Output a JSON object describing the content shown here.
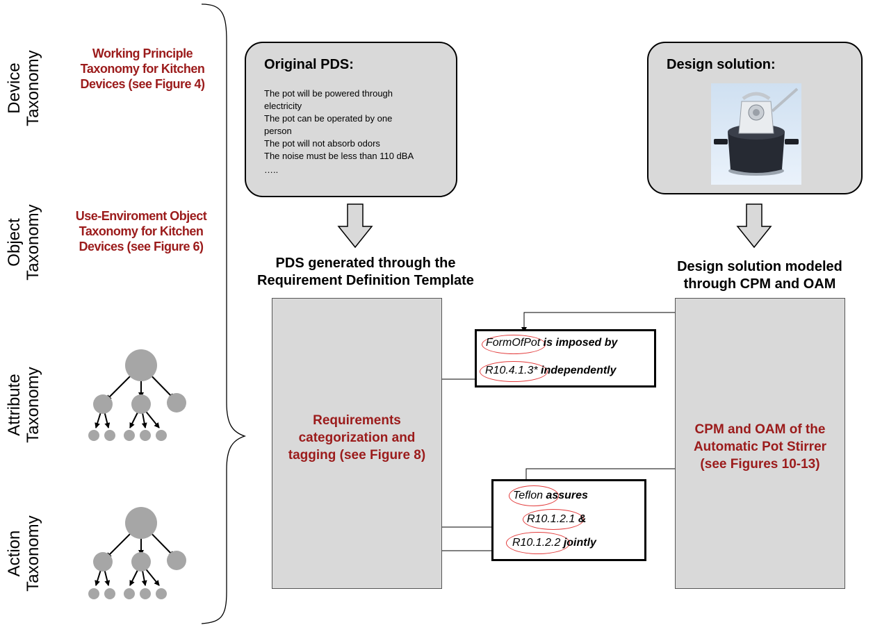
{
  "left_axis": {
    "device": "Device\nTaxonomy",
    "object": "Object\nTaxonomy",
    "attribute": "Attribute\nTaxonomy",
    "action": "Action\nTaxonomy"
  },
  "taxonomies": {
    "device_text": "Working Principle\nTaxonomy for Kitchen\nDevices (see Figure 4)",
    "object_text": "Use-Enviroment Object\nTaxonomy for Kitchen\nDevices (see Figure 6)"
  },
  "original_pds": {
    "title": "Original PDS:",
    "lines": [
      "The pot will be powered through",
      "electricity",
      "The pot can be operated by one",
      "person",
      "The pot will not absorb odors",
      "The noise must be less than 110 dBA",
      "….."
    ]
  },
  "design_solution": {
    "title": "Design solution:"
  },
  "headings": {
    "left": "PDS generated through the\nRequirement Definition Template",
    "right": "Design solution modeled\nthrough CPM and OAM"
  },
  "left_box": {
    "text": "Requirements\ncategorization and\ntagging (see Figure 8)"
  },
  "right_box": {
    "text": "CPM and OAM of the\nAutomatic Pot Stirrer\n(see Figures 10-13)"
  },
  "tag1": {
    "line1_a": "FormOfPot",
    "line1_b": " is imposed by",
    "line2_a": "R10.4.1.3*",
    "line2_b": " independently"
  },
  "tag2": {
    "line1_a": "Teflon",
    "line1_b": " assures",
    "line2_a": "R10.1.2.1",
    "line2_b": " &",
    "line3_a": "R10.1.2.2",
    "line3_b": "  jointly"
  },
  "colors": {
    "accent_red": "#9b1b1b",
    "box_gray": "#d9d9d9",
    "node_gray": "#a6a6a6",
    "ellipse_red": "#e23b3b"
  }
}
